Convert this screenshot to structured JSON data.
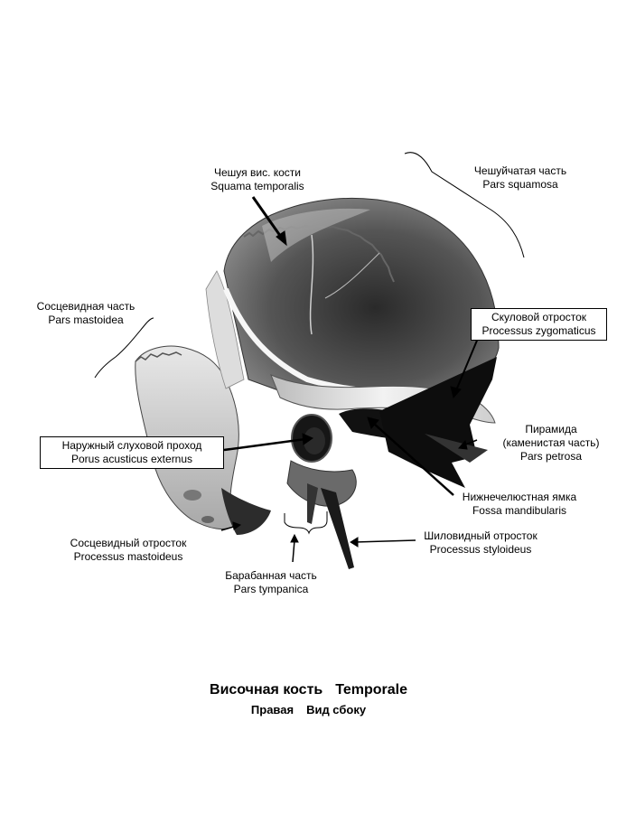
{
  "labels": {
    "squama": {
      "ru": "Чешуя вис. кости",
      "lat": "Squama temporalis"
    },
    "pars_squamosa": {
      "ru": "Чешуйчатая часть",
      "lat": "Pars squamosa"
    },
    "pars_mastoidea": {
      "ru": "Сосцевидная часть",
      "lat": "Pars mastoidea"
    },
    "zygomaticus": {
      "ru": "Скуловой отросток",
      "lat": "Processus zygomaticus"
    },
    "piramida": {
      "ru": "Пирамида",
      "ru2": "(каменистая часть)",
      "lat": "Pars petrosa"
    },
    "porus": {
      "ru": "Наружный слуховой проход",
      "lat": "Porus acusticus externus"
    },
    "fossa": {
      "ru": "Нижнечелюстная ямка",
      "lat": "Fossa mandibularis"
    },
    "mastoideus": {
      "ru": "Сосцевидный отросток",
      "lat": "Processus mastoideus"
    },
    "styloideus": {
      "ru": "Шиловидный отросток",
      "lat": "Processus styloideus"
    },
    "tympanica": {
      "ru": "Барабанная часть",
      "lat": "Pars tympanica"
    }
  },
  "title": {
    "ru": "Височная кость",
    "lat": "Temporale"
  },
  "subtitle": {
    "side": "Правая",
    "view": "Вид сбоку"
  }
}
